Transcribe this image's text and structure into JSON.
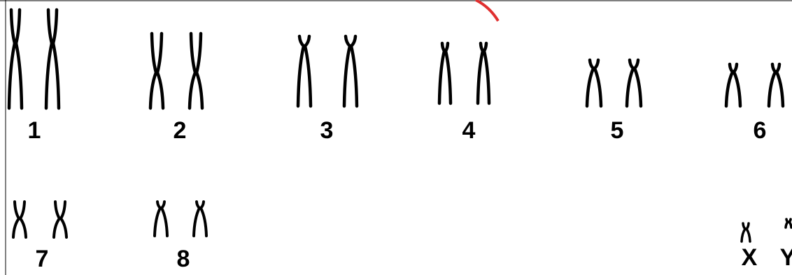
{
  "colors": {
    "background": "#ffffff",
    "chromosome": "#000000",
    "border": "#000000",
    "watermark": "#e03030"
  },
  "watermark_icon": "red-curved-stroke-watermark",
  "chromosome_icon": "chromatid-pair-icon",
  "rows": [
    {
      "pairs": [
        {
          "label": "1",
          "shape": "long-metacentric"
        },
        {
          "label": "2",
          "shape": "metacentric"
        },
        {
          "label": "3",
          "shape": "acrocentric-large"
        },
        {
          "label": "4",
          "shape": "acrocentric-large"
        },
        {
          "label": "5",
          "shape": "acrocentric-medium"
        },
        {
          "label": "6",
          "shape": "acrocentric-medium"
        }
      ]
    },
    {
      "pairs": [
        {
          "label": "7",
          "shape": "metacentric-small"
        },
        {
          "label": "8",
          "shape": "acrocentric-small"
        }
      ]
    }
  ],
  "sex_chromosomes": [
    {
      "label": "X",
      "shape": "acrocentric-tiny"
    },
    {
      "label": "Y",
      "shape": "dot-tiny"
    }
  ]
}
